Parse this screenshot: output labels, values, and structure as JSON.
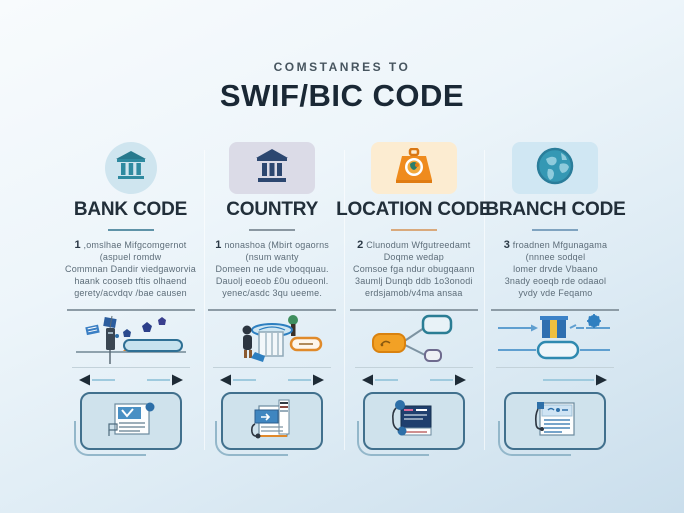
{
  "header": {
    "eyebrow": "COMSTANRES TO",
    "title": "SWIF/BIC CODE"
  },
  "colors": {
    "background_top": "#f8fbfd",
    "background_bottom": "#cadeec",
    "heading_text": "#222f3a",
    "body_text": "#5d6d79",
    "card_fill": "#cfe2ec",
    "card_border": "#41708d",
    "divider": "#8d9ca6",
    "teal_accent": "#2f8aa0",
    "navy_accent": "#2c4770",
    "orange_accent": "#ef8b1d",
    "blue_accent": "#2f7fae"
  },
  "columns": [
    {
      "heading": "BANK CODE",
      "number": "1",
      "icon": "bank-icon",
      "badge_color": "#cfe5ef",
      "accent": "#5f93a8",
      "description_lines": [
        ",omslhae Mifgcomgernot",
        "(aspuel romdw",
        "Commnan Dandir viedgaworvia",
        "haank cooseb tftis olhaend",
        "gerety/acvdqv /bae causen"
      ]
    },
    {
      "heading": "COUNTRY",
      "number": "1",
      "icon": "bank-icon",
      "badge_color": "#dbdbe7",
      "accent": "#8a97a1",
      "description_lines": [
        "nonashoa (Mbirt ogaorns",
        "(nsum wanty",
        "Domeen ne ude vboqquau.",
        "Dauolj eoeob £0u odueonl.",
        "yenec/asdc 3qu ueeme."
      ]
    },
    {
      "heading": "LOCATION CODE",
      "number": "2",
      "icon": "toolbox-globe-icon",
      "badge_color": "#fcecd1",
      "accent": "#d9a97c",
      "description_lines": [
        "Clunodum Wfgutreedamt",
        "Doqme wedap",
        "Comsoe fga ndur obugqaann",
        "3aumlj Dunqb ddb 1o3onodi",
        "erdsjamob/v4ma ansaa"
      ]
    },
    {
      "heading": "BRANCH CODE",
      "number": "3",
      "icon": "globe-icon",
      "badge_color": "#d0e7f3",
      "accent": "#7fa3c0",
      "description_lines": [
        "froadnen Mfgunagama",
        "(nnnee sodqel",
        "lomer drvde Vbaano",
        "3nady eoeqb rde odaaol",
        "yvdy vde Feqamo"
      ]
    }
  ]
}
